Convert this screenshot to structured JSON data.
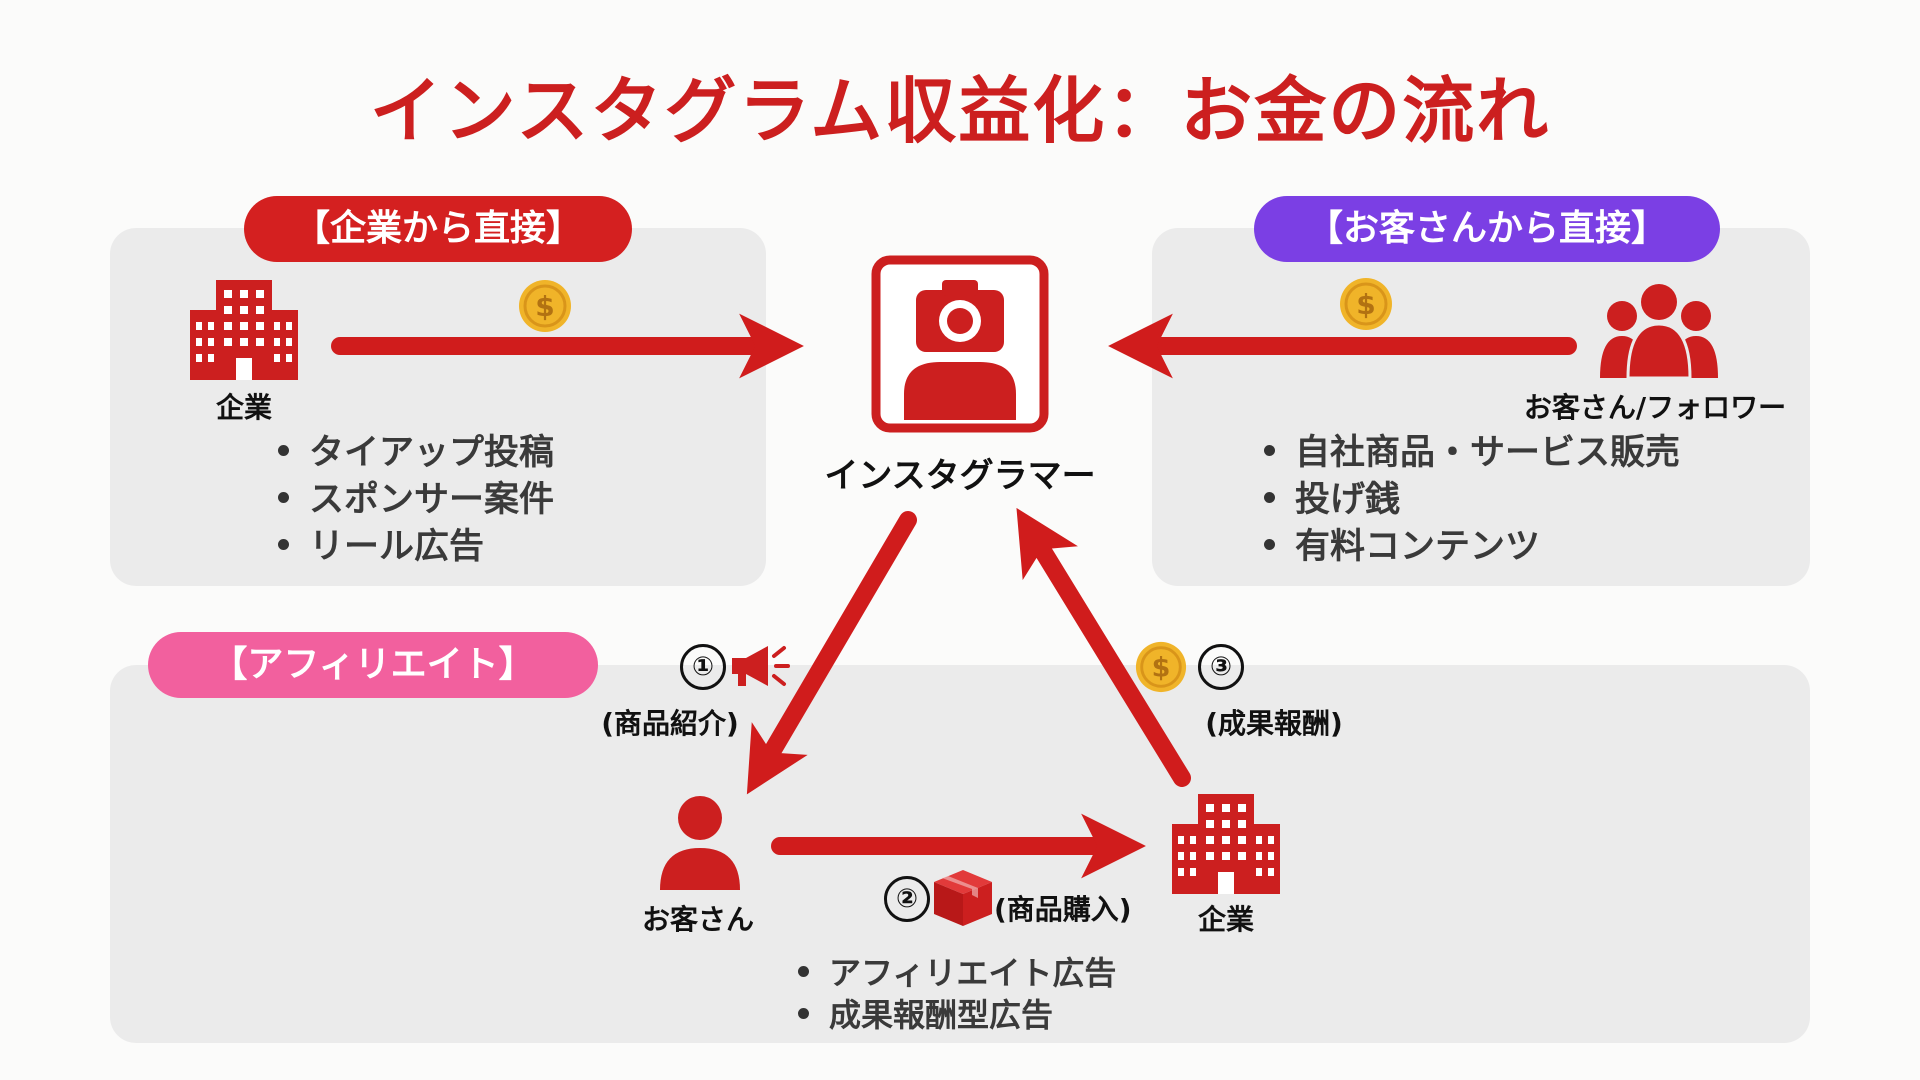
{
  "title": "インスタグラム収益化：お金の流れ",
  "center": {
    "label": "インスタグラマー",
    "icon": "instagrammer-camera-icon"
  },
  "panels": {
    "company_direct": {
      "badge": "【企業から直接】",
      "badge_color": "#d42020",
      "source_label": "企業",
      "bullets": [
        "タイアップ投稿",
        "スポンサー案件",
        "リール広告"
      ]
    },
    "customer_direct": {
      "badge": "【お客さんから直接】",
      "badge_color": "#7b3fe4",
      "source_label": "お客さん/フォロワー",
      "bullets": [
        "自社商品・サービス販売",
        "投げ銭",
        "有料コンテンツ"
      ]
    },
    "affiliate": {
      "badge": "【アフィリエイト】",
      "badge_color": "#f2609e",
      "customer_label": "お客さん",
      "company_label": "企業",
      "steps": [
        {
          "number": "①",
          "label": "(商品紹介)",
          "icon": "megaphone-icon"
        },
        {
          "number": "②",
          "label": "(商品購入)",
          "icon": "package-box-icon"
        },
        {
          "number": "③",
          "label": "(成果報酬)",
          "icon": "coin-icon"
        }
      ],
      "bullets": [
        "アフィリエイト広告",
        "成果報酬型広告"
      ]
    }
  },
  "colors": {
    "accent_red": "#cc1f1f",
    "coin_gold": "#f0b429",
    "panel_gray": "#ebebeb"
  }
}
